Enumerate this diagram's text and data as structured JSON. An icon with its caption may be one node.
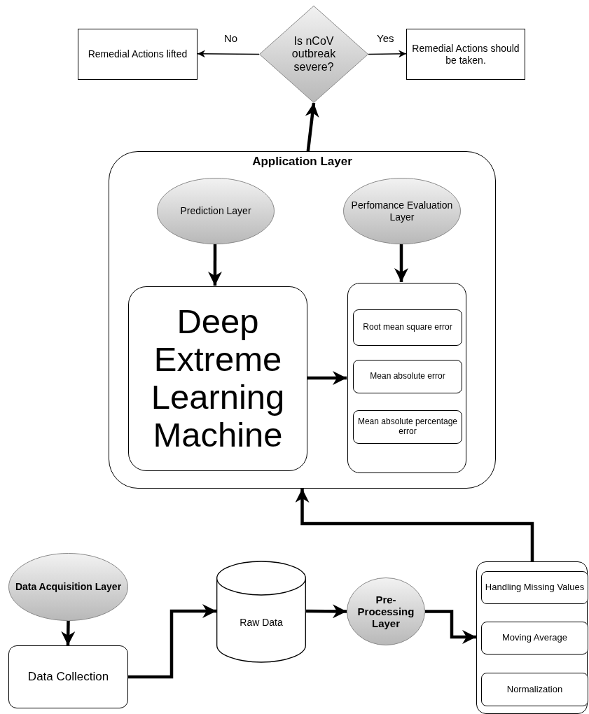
{
  "diagram": {
    "nodes": [
      {
        "text": [
          "Is nCoV outbreak severe?"
        ]
      },
      {
        "text": [
          "Remedial Actions lifted"
        ]
      },
      {
        "text": [
          "Remedial Actions should be taken."
        ]
      },
      {
        "text": [
          "Application Layer"
        ]
      },
      {
        "text": [
          "Prediction Layer"
        ],
        "in": 3
      },
      {
        "text": [
          "Perfomance Evaluation Layer"
        ],
        "in": 3
      },
      {
        "text": [
          "Deep Extreme Learning Machine"
        ],
        "in": 3
      },
      {
        "text": [],
        "shape": "box",
        "in": 3
      },
      {
        "text": [
          "Root mean square error"
        ],
        "in": 7
      },
      {
        "text": [
          "Mean absolute error"
        ],
        "in": 7
      },
      {
        "text": [
          "Mean absolute percentage error"
        ],
        "in": 7
      },
      {
        "text": [
          "Data Acquisition Layer"
        ]
      },
      {
        "text": [
          "Data Collection"
        ]
      },
      {
        "text": [
          "Raw Data"
        ]
      },
      {
        "text": [
          "Pre-Processing Layer"
        ]
      },
      {
        "text": [],
        "shape": "box"
      },
      {
        "text": [
          "Handling Missing Values"
        ],
        "in": 15
      },
      {
        "text": [
          "Moving Average"
        ],
        "in": 15
      },
      {
        "text": [
          "Normalization"
        ],
        "in": 15
      }
    ],
    "edges": [
      {
        "from": 0,
        "to": 1,
        "arrow": "to",
        "label": "No"
      },
      {
        "from": 0,
        "to": 2,
        "arrow": "to",
        "label": "Yes"
      },
      {
        "from": 3,
        "to": 0,
        "arrow": "to"
      },
      {
        "from": 4,
        "to": 6,
        "arrow": "to"
      },
      {
        "from": 5,
        "to": 7,
        "arrow": "to"
      },
      {
        "from": 6,
        "to": 7,
        "arrow": "to"
      },
      {
        "from": 11,
        "to": 12,
        "arrow": "to"
      },
      {
        "from": 12,
        "to": 13,
        "arrow": "to"
      },
      {
        "from": 13,
        "to": 14,
        "arrow": "to"
      },
      {
        "from": 14,
        "to": 15,
        "arrow": "to"
      },
      {
        "from": 15,
        "to": 3,
        "arrow": "to"
      }
    ]
  }
}
